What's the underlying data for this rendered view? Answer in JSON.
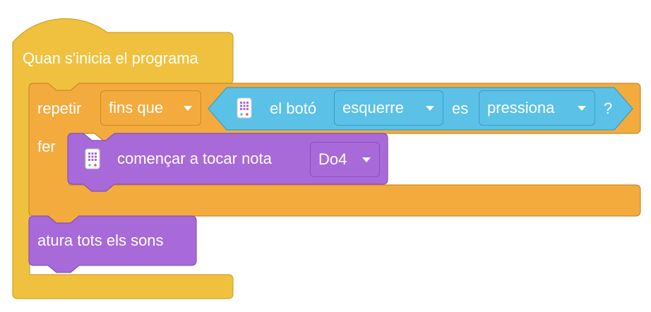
{
  "hat_block": {
    "label": "Quan s'inicia el programa"
  },
  "repeat_block": {
    "label": "repetir",
    "mode_dropdown": "fins que",
    "do_label": "fer"
  },
  "condition_block": {
    "label": "el botó",
    "button_dropdown": "esquerre",
    "connector": "es",
    "state_dropdown": "pressiona",
    "suffix": "?"
  },
  "play_note_block": {
    "label": "començar a tocar nota",
    "note_dropdown": "Do4"
  },
  "stop_sounds_block": {
    "label": "atura tots els sons"
  },
  "colors": {
    "event": "#f0c13e",
    "control": "#f3ab3e",
    "sensing": "#5bc1e6",
    "sound": "#a86ad9"
  },
  "icons": [
    "device-icon",
    "device-icon"
  ]
}
